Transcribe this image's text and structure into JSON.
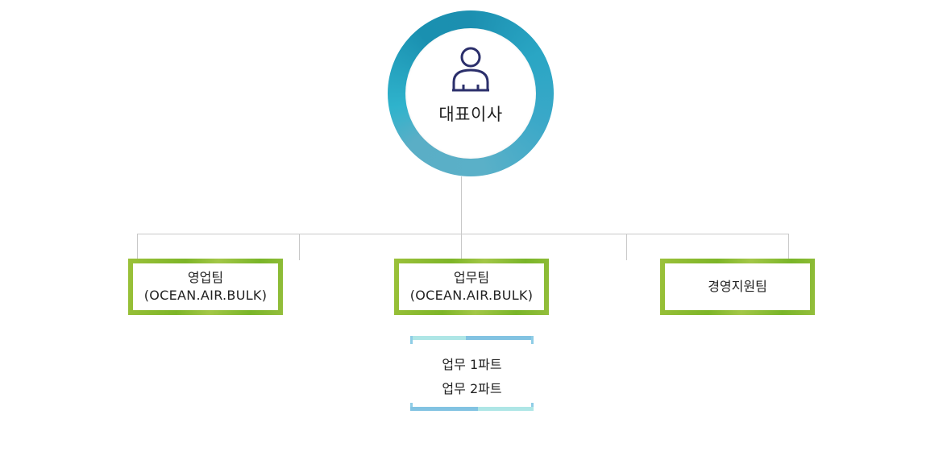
{
  "ceo": {
    "label": "대표이사",
    "icon": "person-icon"
  },
  "teams": [
    {
      "name": "영업팀",
      "sub": "(OCEAN.AIR.BULK)"
    },
    {
      "name": "업무팀",
      "sub": "(OCEAN.AIR.BULK)"
    },
    {
      "name": "경영지원팀",
      "sub": ""
    }
  ],
  "parts": [
    "업무 1파트",
    "업무 2파트"
  ],
  "colors": {
    "ring": "#1c8fb0",
    "team_border": "#8bbd33",
    "parts_bracket": "#82c3e2",
    "lines": "#c8c8c8"
  }
}
